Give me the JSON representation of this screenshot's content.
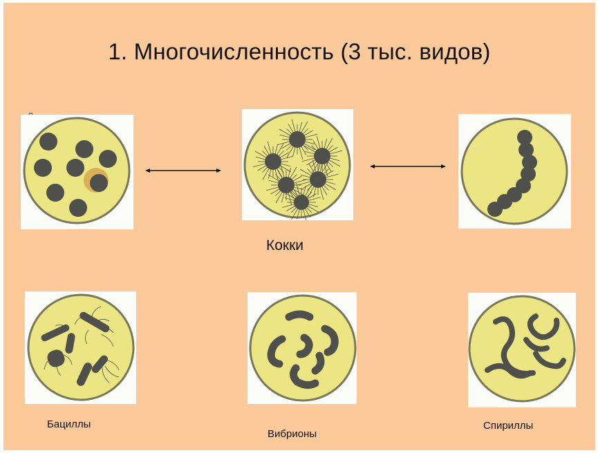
{
  "slide": {
    "title": "1. Многочисленность (3 тыс. видов)",
    "cocci_label": "Кокки",
    "labels": {
      "bacilli": "Бациллы",
      "vibrions": "Вибрионы",
      "spirilla": "Спириллы"
    },
    "corner_letter": "Д"
  },
  "colors": {
    "background": "#fcc99a",
    "plate_fill": "#ece583",
    "organism": "#4f4f4c",
    "plate_rim": "#7a7a5a"
  }
}
